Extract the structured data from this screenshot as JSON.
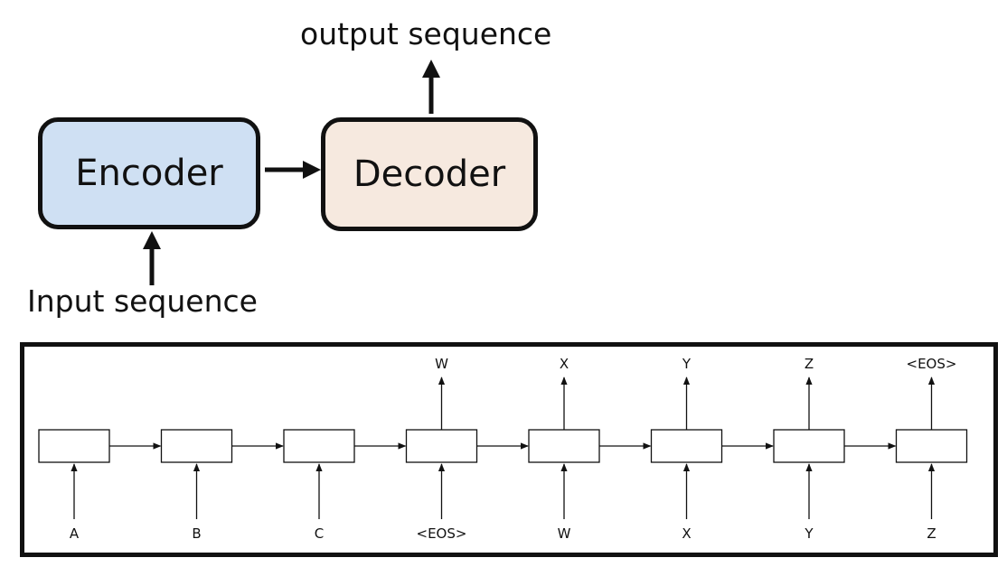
{
  "top": {
    "output_label": "output sequence",
    "input_label": "Input sequence",
    "encoder_label": "Encoder",
    "decoder_label": "Decoder"
  },
  "sequence": {
    "inputs": [
      "A",
      "B",
      "C",
      "<EOS>",
      "W",
      "X",
      "Y",
      "Z"
    ],
    "outputs": [
      "",
      "",
      "",
      "W",
      "X",
      "Y",
      "Z",
      "<EOS>"
    ]
  },
  "colors": {
    "encoder_fill": "#cfe0f3",
    "decoder_fill": "#f6e9df",
    "stroke": "#111111"
  }
}
